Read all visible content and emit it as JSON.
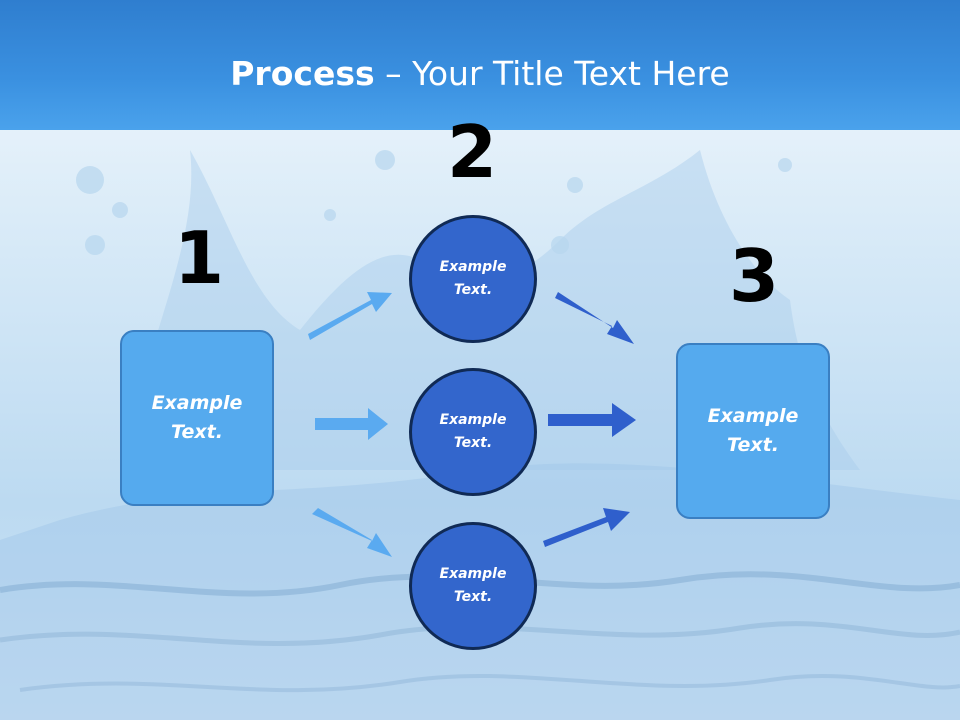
{
  "slide": {
    "title_bold": "Process",
    "title_rest": " – Your Title Text Here"
  },
  "steps": {
    "num_1": "1",
    "num_2": "2",
    "num_3": "3"
  },
  "boxes": {
    "left": {
      "line1": "Example",
      "line2": "Text."
    },
    "right": {
      "line1": "Example",
      "line2": "Text."
    }
  },
  "circles": [
    {
      "line1": "Example",
      "line2": "Text."
    },
    {
      "line1": "Example",
      "line2": "Text."
    },
    {
      "line1": "Example",
      "line2": "Text."
    }
  ],
  "colors": {
    "title_band": "#3a90e0",
    "box_fill": "#55aaee",
    "circle_fill": "#3366cc",
    "arrow_light": "#5aaaf0",
    "arrow_dark": "#2f5fcc"
  }
}
